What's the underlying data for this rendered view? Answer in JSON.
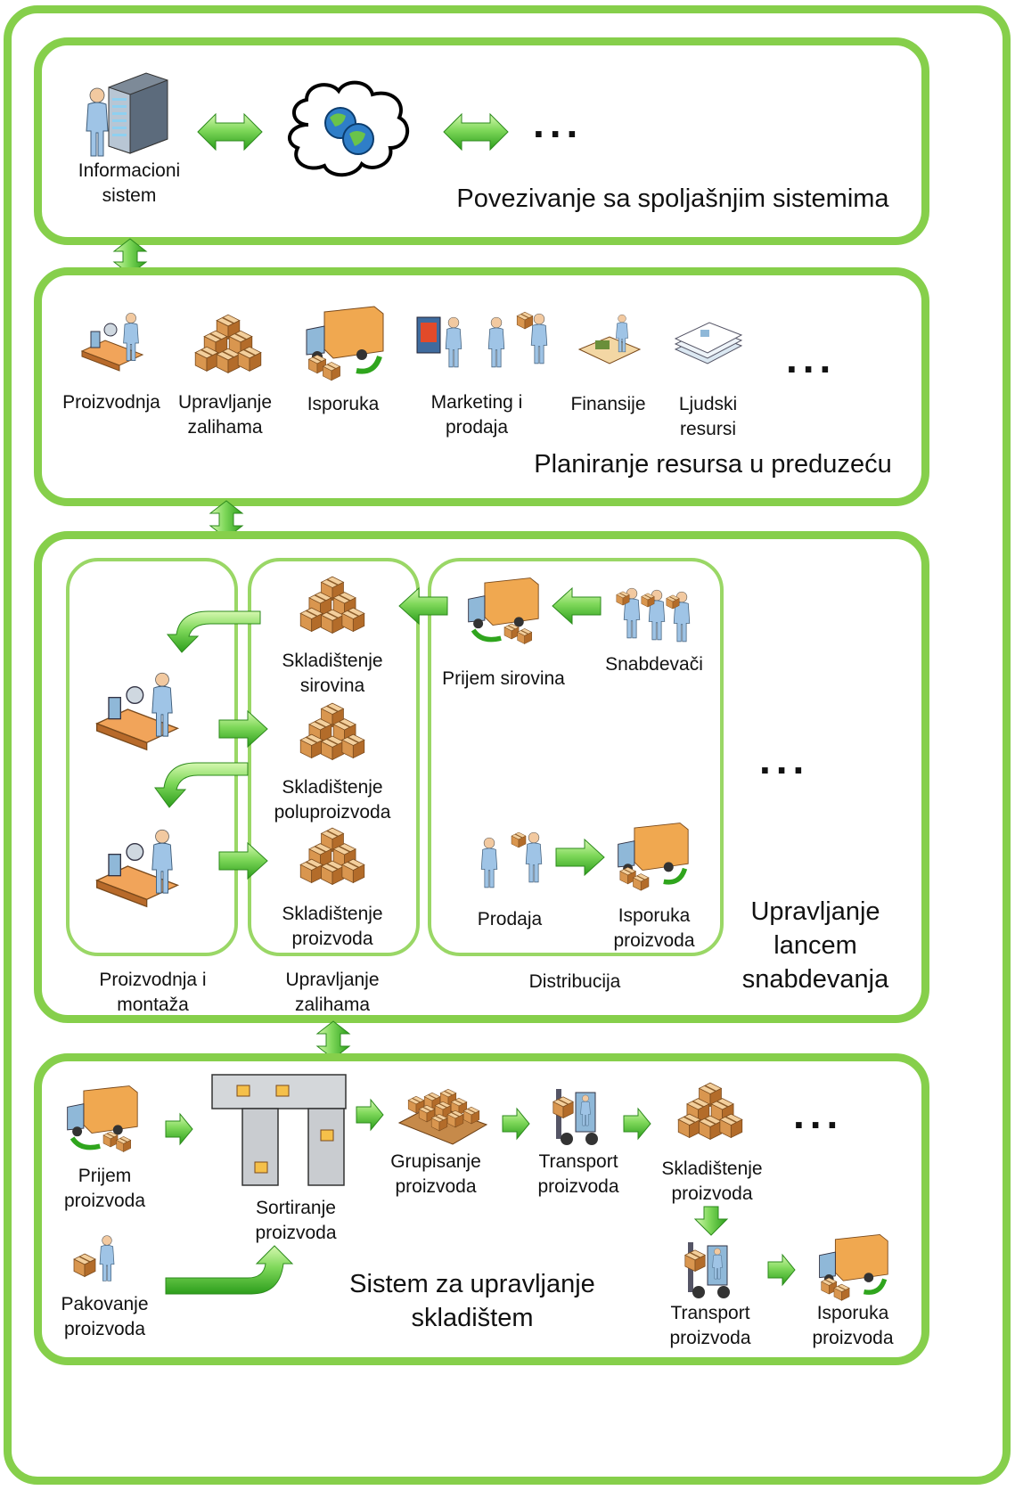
{
  "colors": {
    "frame": "#86cf4b",
    "arrow_light": "#c8f59a",
    "arrow_dark": "#2fa51d",
    "box_light": "#f1c48b",
    "box_dark": "#b9742e",
    "person": "#9fc4e6",
    "truck": "#8fb8d8"
  },
  "external": {
    "title": "Povezivanje sa spoljašnjim sistemima",
    "info_system_label": "Informacioni\nsistem",
    "ellipsis": "..."
  },
  "erp": {
    "title": "Planiranje resursa u preduzeću",
    "modules": [
      {
        "label": "Proizvodnja",
        "icon": "production-line-icon"
      },
      {
        "label": "Upravljanje\nzalihama",
        "icon": "boxes-icon"
      },
      {
        "label": "Isporuka",
        "icon": "delivery-truck-icon"
      },
      {
        "label": "Marketing i\nprodaja",
        "icon": "marketing-sales-icon"
      },
      {
        "label": "Finansije",
        "icon": "finance-icon"
      },
      {
        "label": "Ljudski\nresursi",
        "icon": "documents-icon"
      }
    ],
    "ellipsis": "..."
  },
  "scm": {
    "title": "Upravljanje\nlancem\nsnabdevanja",
    "groups": {
      "production": "Proizvodnja i\nmontaža",
      "inventory": "Upravljanje\nzalihama",
      "distribution": "Distribucija"
    },
    "storage_raw": "Skladištenje\nsirovina",
    "storage_semi": "Skladištenje\npoluproizvoda",
    "storage_products": "Skladištenje\nproizvoda",
    "raw_receipt": "Prijem sirovina",
    "suppliers": "Snabdevači",
    "sales": "Prodaja",
    "product_delivery": "Isporuka\nproizvoda",
    "ellipsis": "..."
  },
  "wms": {
    "title": "Sistem za upravljanje\nskladištem",
    "receipt": "Prijem\nproizvoda",
    "packing": "Pakovanje\nproizvoda",
    "sorting": "Sortiranje\nproizvoda",
    "grouping": "Grupisanje\nproizvoda",
    "transport1": "Transport\nproizvoda",
    "storage": "Skladištenje\nproizvoda",
    "transport2": "Transport\nproizvoda",
    "delivery": "Isporuka\nproizvoda",
    "ellipsis": "..."
  }
}
